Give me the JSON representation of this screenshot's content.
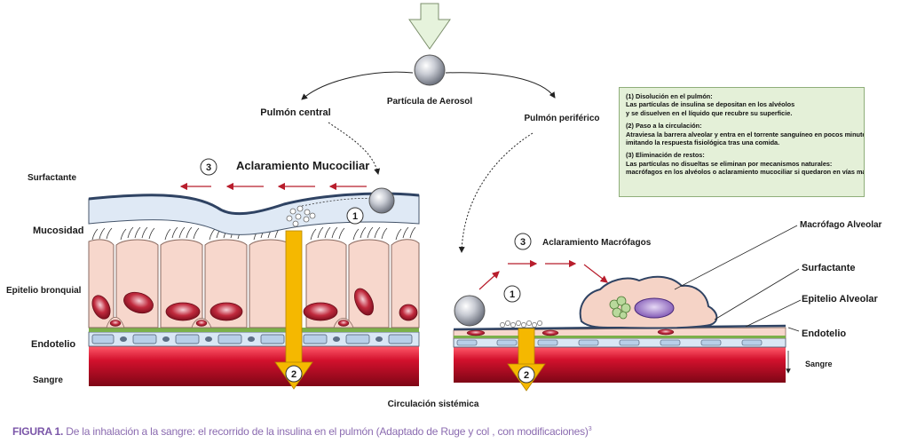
{
  "top": {
    "particle_label": "Partícula de Aerosol",
    "central_label": "Pulmón central",
    "peripheral_label": "Pulmón periférico",
    "systemic_label": "Circulación sistémica"
  },
  "left_panel": {
    "title": "Aclaramiento Mucociliar",
    "step3": "3",
    "step1": "1",
    "step2": "2",
    "layers": {
      "surfactant": "Surfactante",
      "mucus": "Mucosidad",
      "epithelium": "Epitelio bronquial",
      "endothelium": "Endotelio",
      "blood": "Sangre"
    }
  },
  "right_panel": {
    "title": "Aclaramiento Macrófagos",
    "step3": "3",
    "step1": "1",
    "step2": "2",
    "labels": {
      "macrophage": "Macrófago Alveolar",
      "surfactant": "Surfactante",
      "epithelium": "Epitelio Alveolar",
      "endothelium": "Endotelio",
      "blood": "Sangre"
    }
  },
  "info_box": {
    "s1_title": "(1) Disolución en el pulmón:",
    "s1_l1": "Las partículas de insulina se depositan en los alvéolos",
    "s1_l2": "y se disuelven en el líquido que recubre su superficie.",
    "s2_title": "(2) Paso a la circulación:",
    "s2_l1": "Atraviesa la barrera alveolar y entra en el torrente sanguíneo en pocos minutos,",
    "s2_l2": "imitando la respuesta fisiológica tras una comida.",
    "s3_title": "(3) Eliminación de restos:",
    "s3_l1": "Las partículas no disueltas se eliminan por mecanismos naturales:",
    "s3_l2": "macrófagos en los alvéolos o aclaramiento mucociliar si quedaron en vías más centrales."
  },
  "caption": {
    "figure_label": "FIGURA 1.",
    "text": " De la inhalación a la sangre: el recorrido de la insulina en el pulmón (Adaptado de Ruge y col , con modificaciones)",
    "ref": "3"
  },
  "colors": {
    "blood": "#c8102e",
    "arrow_gold": "#f5b800",
    "cell_fill": "#f7d7cc",
    "nucleus": "#c0283c",
    "mucus": "#dfe9f5",
    "top_arrow": "#e6f3dc",
    "info_bg": "#e4f0d8"
  }
}
